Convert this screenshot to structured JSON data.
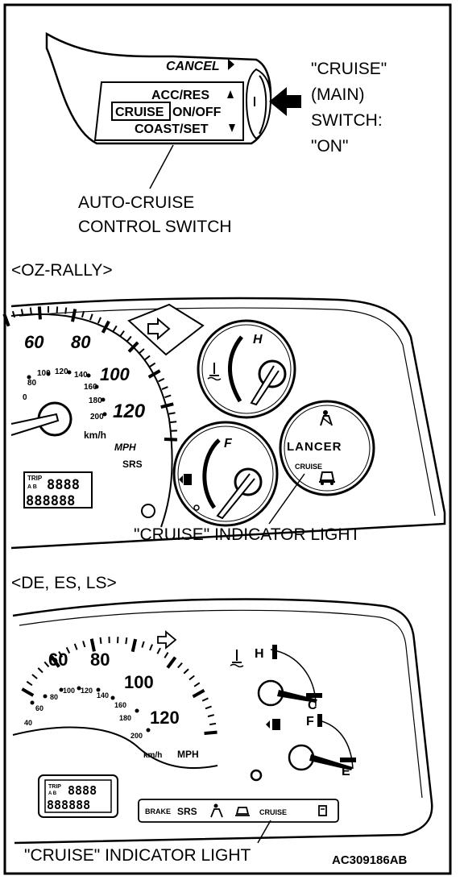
{
  "switch_section": {
    "lever_labels": {
      "cancel": "CANCEL",
      "acc_res": "ACC/RES",
      "cruise": "CRUISE",
      "on_off": "ON/OFF",
      "coast_set": "COAST/SET"
    },
    "callout_main_switch": [
      "\"CRUISE\"",
      "(MAIN)",
      "SWITCH:",
      "\"ON\""
    ],
    "callout_control_switch": [
      "AUTO-CRUISE",
      "CONTROL SWITCH"
    ]
  },
  "oz_rally": {
    "heading": "<OZ-RALLY>",
    "speedo_labels": {
      "kmh": [
        "60",
        "80",
        "100",
        "120"
      ],
      "mph": [
        "80",
        "100",
        "120",
        "140",
        "160",
        "180",
        "200",
        "0"
      ],
      "unit_kmh": "km/h",
      "unit_mph": "MPH",
      "srs": "SRS"
    },
    "temp_letter": "H",
    "fuel_letter": "F",
    "brand": "LANCER",
    "cruise_small": "CRUISE",
    "trip_label": "TRIP",
    "trip_sub": "A B",
    "odometer_top": "8888",
    "odometer_bottom": "888888",
    "callout": "\"CRUISE\" INDICATOR LIGHT"
  },
  "de_es_ls": {
    "heading": "<DE, ES, LS>",
    "speedo_labels": {
      "kmh": [
        "60",
        "80",
        "100",
        "120"
      ],
      "mph": [
        "80",
        "100",
        "120",
        "140",
        "160",
        "180",
        "200",
        "60",
        "40"
      ],
      "unit_kmh": "km/h",
      "unit_mph": "MPH"
    },
    "temp_letters": [
      "H",
      "C"
    ],
    "fuel_letters": [
      "F",
      "E"
    ],
    "warning_strip": [
      "BRAKE",
      "SRS",
      "CRUISE"
    ],
    "trip_label": "TRIP",
    "trip_sub": "A B",
    "odometer_top": "8888",
    "odometer_bottom": "888888",
    "callout": "\"CRUISE\" INDICATOR LIGHT"
  },
  "figure_code": "AC309186AB"
}
